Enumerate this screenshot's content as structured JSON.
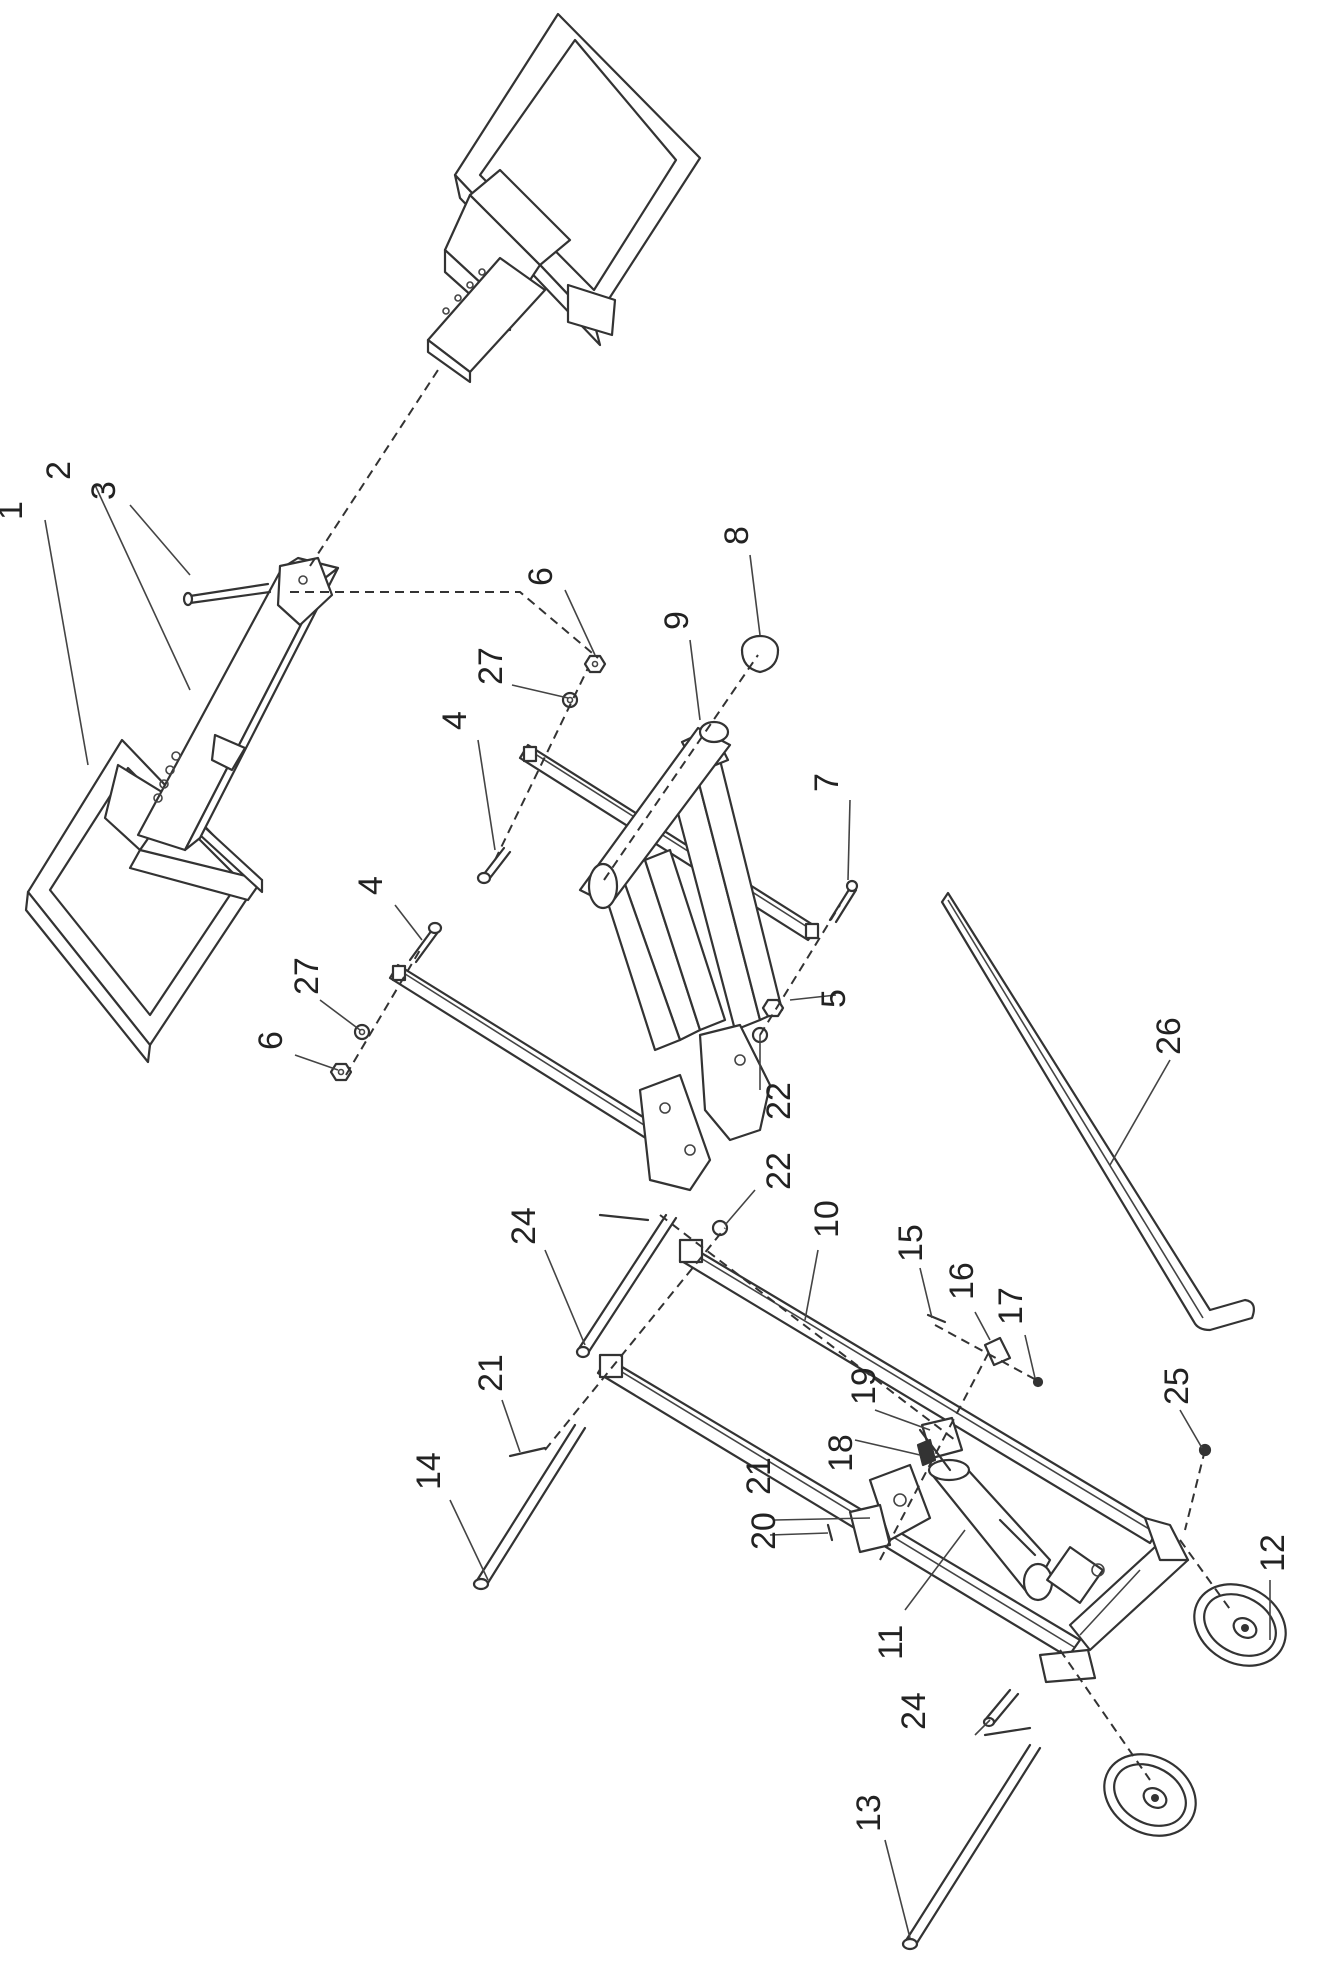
{
  "diagram": {
    "callouts": [
      {
        "id": "c1",
        "label": "1"
      },
      {
        "id": "c2",
        "label": "2"
      },
      {
        "id": "c3",
        "label": "3"
      },
      {
        "id": "c4a",
        "label": "4"
      },
      {
        "id": "c4b",
        "label": "4"
      },
      {
        "id": "c5",
        "label": "5"
      },
      {
        "id": "c6a",
        "label": "6"
      },
      {
        "id": "c6b",
        "label": "6"
      },
      {
        "id": "c7",
        "label": "7"
      },
      {
        "id": "c8",
        "label": "8"
      },
      {
        "id": "c9",
        "label": "9"
      },
      {
        "id": "c10",
        "label": "10"
      },
      {
        "id": "c11",
        "label": "11"
      },
      {
        "id": "c12",
        "label": "12"
      },
      {
        "id": "c13",
        "label": "13"
      },
      {
        "id": "c14",
        "label": "14"
      },
      {
        "id": "c15",
        "label": "15"
      },
      {
        "id": "c16",
        "label": "16"
      },
      {
        "id": "c17",
        "label": "17"
      },
      {
        "id": "c18",
        "label": "18"
      },
      {
        "id": "c19",
        "label": "19"
      },
      {
        "id": "c20",
        "label": "20"
      },
      {
        "id": "c21a",
        "label": "21"
      },
      {
        "id": "c21b",
        "label": "21"
      },
      {
        "id": "c22a",
        "label": "22"
      },
      {
        "id": "c22b",
        "label": "22"
      },
      {
        "id": "c24a",
        "label": "24"
      },
      {
        "id": "c24b",
        "label": "24"
      },
      {
        "id": "c25",
        "label": "25"
      },
      {
        "id": "c26",
        "label": "26"
      },
      {
        "id": "c27a",
        "label": "27"
      },
      {
        "id": "c27b",
        "label": "27"
      }
    ]
  }
}
